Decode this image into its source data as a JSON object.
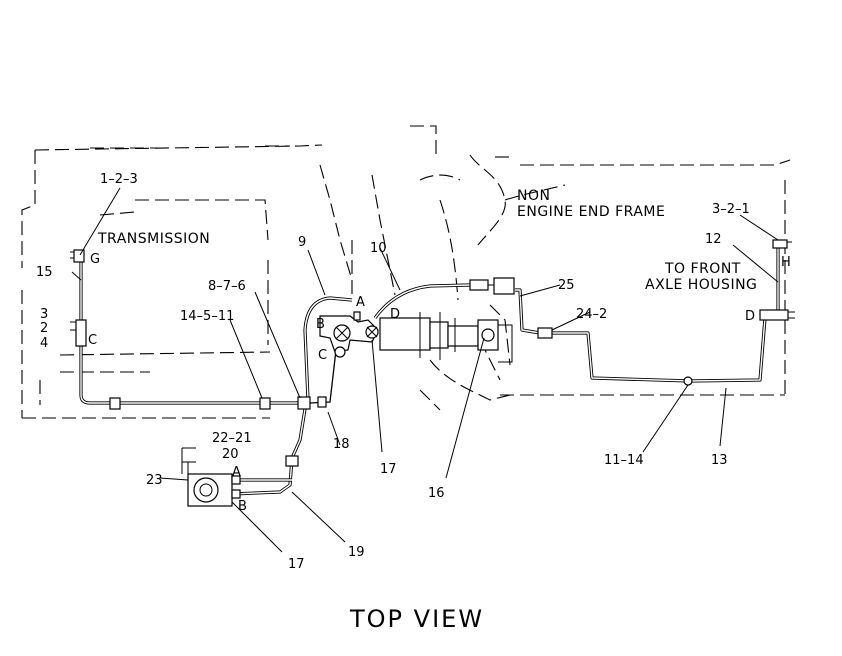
{
  "title": "TOP VIEW",
  "regions": {
    "transmission": "TRANSMISSION",
    "frame_line1": "NON",
    "frame_line2": "ENGINE END FRAME",
    "axle_line1": "TO FRONT",
    "axle_line2": "AXLE HOUSING"
  },
  "callouts": {
    "c_1_2_3": "1–2–3",
    "c_3_2_1": "3–2–1",
    "c_15": "15",
    "c_3": "3",
    "c_2": "2",
    "c_4": "4",
    "c_12": "12",
    "c_9": "9",
    "c_10": "10",
    "c_8_7_6": "8–7–6",
    "c_14_5_11": "14–5–11",
    "c_25": "25",
    "c_24_2": "24–2",
    "c_22_21": "22–21",
    "c_20": "20",
    "c_23": "23",
    "c_18": "18",
    "c_17a": "17",
    "c_17b": "17",
    "c_16": "16",
    "c_19": "19",
    "c_11_14": "11–14",
    "c_13": "13"
  },
  "ports": {
    "g": "G",
    "c_left": "C",
    "b_valve": "B",
    "c_valve": "C",
    "a_valve": "A",
    "d_valve": "D",
    "h": "H",
    "d_right": "D",
    "a_pump": "A",
    "b_pump": "B"
  }
}
